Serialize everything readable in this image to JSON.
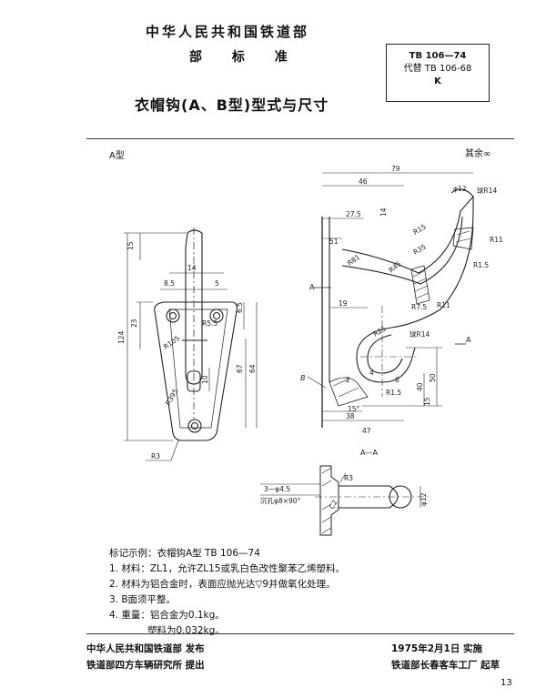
{
  "header": {
    "org": "中华人民共和国铁道部",
    "std_type": "部 标 准",
    "title": "衣帽钩(A、B型)型式与尺寸",
    "std_number": "TB 106—74",
    "replaces": "代替 TB 106-68",
    "category": "K"
  },
  "drawing": {
    "type_label": "A型",
    "roughness_note": "其余∞",
    "section_label": "A—A",
    "hole_note_1": "3—φ4.5",
    "hole_note_2": "沉孔φ8×90°",
    "dims_front": {
      "d15": "15",
      "d124": "124",
      "d23": "23",
      "d14": "14",
      "d8_5": "8.5",
      "d5": "5",
      "d6_5": "6.5",
      "d67": "67",
      "d64": "64",
      "d10": "10",
      "r3": "R3",
      "r55": "R5.5",
      "r105": "R105",
      "r395": "R395"
    },
    "dims_side": {
      "d79": "79",
      "d46": "46",
      "d27_5": "27.5",
      "phi12": "φ12",
      "r14": "球R14",
      "d14": "14",
      "d51": "51",
      "r81": "R81",
      "r11": "R11",
      "r1_5": "R1.5",
      "r15": "R15",
      "r35": "R35",
      "r45": "R45",
      "d19": "19",
      "r11b": "R11",
      "r7_5": "R7.5",
      "r14b": "球R14",
      "r25": "R25",
      "d50": "50",
      "d40": "40",
      "d15": "15",
      "d15deg": "15°",
      "d38": "38",
      "d47": "47",
      "r1_5b": "R1.5",
      "d4": "4",
      "d2": "2",
      "d6": "6",
      "letter_a": "A",
      "letter_b": "B"
    },
    "dims_section": {
      "r3": "R3",
      "c2": "C2",
      "phi12": "φ12"
    }
  },
  "notes": [
    "标记示例：衣帽钩A型  TB 106—74",
    "1. 材料：ZL1，允许ZL15或乳白色改性聚苯乙烯塑料。",
    "2. 材料为铝合金时，表面应抛光达▽9并做氧化处理。",
    "3. B面须平整。",
    "4. 重量：铝合金为0.1kg。",
    "塑料为0.032kg。"
  ],
  "footer": {
    "issuer": "中华人民共和国铁道部  发布",
    "proposer": "铁道部四方车辆研究所  提出",
    "date": "1975年2月1日  实施",
    "drafter": "铁道部长春客车工厂  起草",
    "page": "13"
  }
}
